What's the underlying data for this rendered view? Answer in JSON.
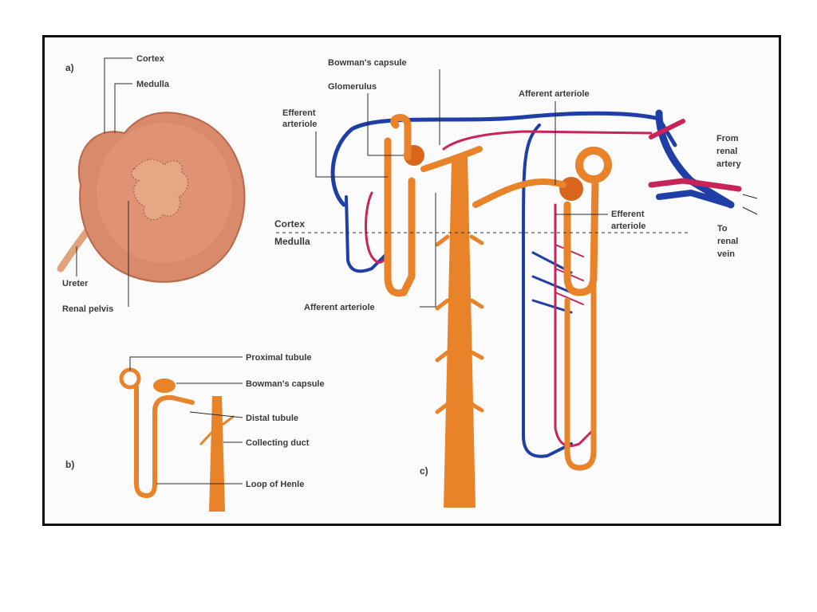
{
  "panels": {
    "a": {
      "tag": "a)",
      "labels": {
        "cortex": "Cortex",
        "medulla": "Medulla",
        "ureter": "Ureter",
        "renal_pelvis": "Renal pelvis"
      }
    },
    "b": {
      "tag": "b)",
      "labels": {
        "proximal_tubule": "Proximal tubule",
        "bowmans_capsule": "Bowman's capsule",
        "distal_tubule": "Distal tubule",
        "collecting_duct": "Collecting duct",
        "loop_of_henle": "Loop of Henle"
      }
    },
    "c": {
      "tag": "c)",
      "labels": {
        "bowmans_capsule": "Bowman's capsule",
        "glomerulus": "Glomerulus",
        "efferent_arteriole_left_1": "Efferent",
        "efferent_arteriole_left_2": "arteriole",
        "afferent_arteriole_top": "Afferent arteriole",
        "from_renal_artery_1": "From",
        "from_renal_artery_2": "renal",
        "from_renal_artery_3": "artery",
        "efferent_arteriole_right_1": "Efferent",
        "efferent_arteriole_right_2": "arteriole",
        "cortex": "Cortex",
        "medulla": "Medulla",
        "to_renal_vein_1": "To",
        "to_renal_vein_2": "renal",
        "to_renal_vein_3": "vein",
        "afferent_arteriole_bottom": "Afferent arteriole"
      }
    }
  },
  "colors": {
    "tubule": "#e8832a",
    "vein": "#1f3fa6",
    "artery": "#c8245a",
    "kidney": "#d98a6a"
  }
}
